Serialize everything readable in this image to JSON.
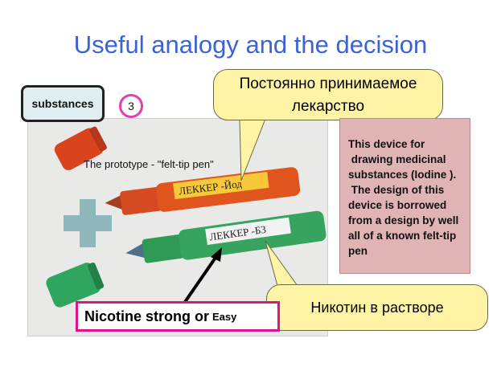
{
  "title": "Useful analogy and the decision",
  "label_box": "substances",
  "badge_number": "3",
  "callout_top": {
    "line1": "Постоянно принимаемое",
    "line2": "лекарство"
  },
  "callout_bottom": "Никотин в растворе",
  "prototype_caption": "The prototype - \"felt-tip pen\"",
  "description": "This device for\n drawing medicinal substances (Iodine ).\n The design of this device is borrowed from a design by well all of a known felt-tip pen",
  "nicotine": {
    "main": "Nicotine  strong or",
    "small": "Easy"
  },
  "pens": {
    "orange_label": "ЛЕККЕР -Йод",
    "green_label": "ЛЕККЕР -Б3"
  },
  "colors": {
    "title": "#3b63d6",
    "callout_fill": "#fff3a6",
    "pink_box": "#e0b4b4",
    "nicotine_border": "#e0138f",
    "badge_border": "#e23fb0",
    "plus": "#8fb8bd"
  }
}
